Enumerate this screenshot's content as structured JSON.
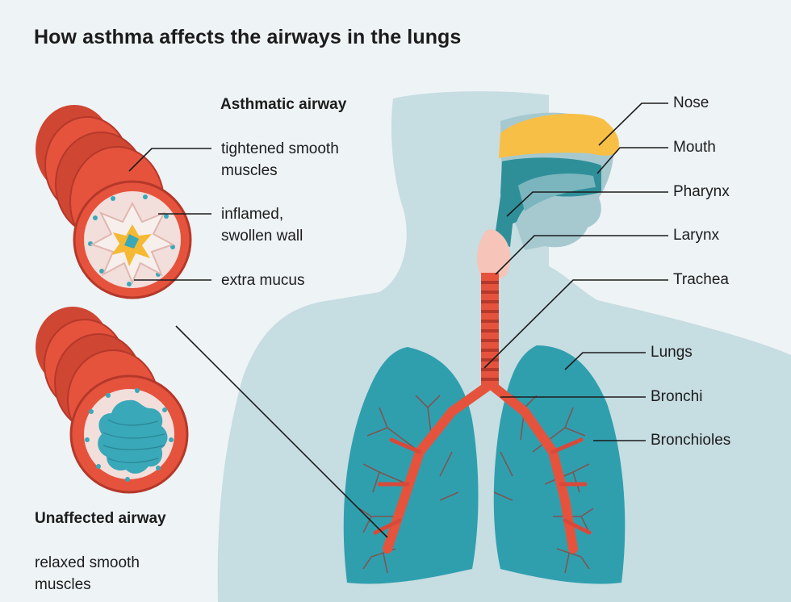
{
  "title": "How asthma affects the airways in the lungs",
  "asthmatic": {
    "heading": "Asthmatic airway",
    "labels": [
      {
        "line1": "tightened smooth",
        "line2": "muscles"
      },
      {
        "line1": "inflamed,",
        "line2": "swollen wall"
      },
      {
        "line1": "extra mucus",
        "line2": ""
      }
    ]
  },
  "unaffected": {
    "heading": "Unaffected airway",
    "label": {
      "line1": "relaxed smooth",
      "line2": "muscles"
    }
  },
  "anatomy_labels": [
    "Nose",
    "Mouth",
    "Pharynx",
    "Larynx",
    "Trachea",
    "Lungs",
    "Bronchi",
    "Bronchioles"
  ],
  "colors": {
    "background": "#eef3f6",
    "body": "#c6dde2",
    "lung": "#2f9fae",
    "airway_red": "#e5533d",
    "airway_dark": "#b5382a",
    "nose": "#f8bf46",
    "larynx": "#f6c4b8",
    "mucus": "#f5b933",
    "lumen": "#39a8b9"
  }
}
